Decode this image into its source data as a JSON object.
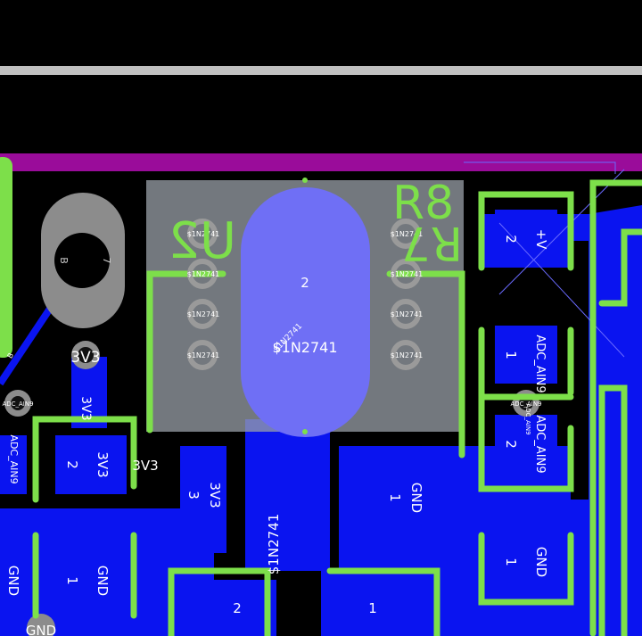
{
  "colors": {
    "background": "#000000",
    "copper": "#0a14f0",
    "silkscreen": "#7ddf4a",
    "outline": "#c0c0c0",
    "board_edge": "#9a0c9a",
    "pad_gray": "#8c8c8c",
    "selection_box": "#9aa0a8",
    "component_body": "#6f6ff5"
  },
  "component_u2": {
    "designator": "U2",
    "body_pad_number": "2",
    "net_label": "$1N2741",
    "net_label_small": "$1N2741",
    "pin_net_labels": [
      "$1N2741",
      "$1N2741",
      "$1N2741",
      "$1N2741",
      "$1N2741",
      "$1N2741",
      "$1N2741",
      "$1N2741"
    ]
  },
  "designators": {
    "r8": "R8",
    "r7": "R7"
  },
  "mounting_hole": {
    "label_b": "B",
    "label_7": "7"
  },
  "vias": {
    "via_3v3": "3V3",
    "via_adc_left": "ADC_AIN9",
    "via_adc_right": "ADC_AIN9",
    "via_gnd": "GND"
  },
  "trace_labels": {
    "vertical_3v3": "3V3",
    "horizontal_3v3": "3V3",
    "adc_left_vertical": "ADC_AIN9",
    "adc_right_small": "ADC_AIN9",
    "net_1n2741_vertical": "$1N2741",
    "small_b": "B"
  },
  "pads": {
    "left_pad_2": {
      "number": "2",
      "net": "3V3"
    },
    "left_pad_3": {
      "number": "3",
      "net": "3V3"
    },
    "left_pad_bottom": {
      "number": "1",
      "net": "GND"
    },
    "left_pad_bottom_far": {
      "net": "GND"
    },
    "middle_pad_1": {
      "number": "1",
      "net": "GND"
    },
    "bottom_pad_2": {
      "number": "2"
    },
    "bottom_pad_1": {
      "number": "1"
    },
    "right_top": {
      "number": "2",
      "net": "+V"
    },
    "right_adc_1": {
      "number": "1",
      "net": "ADC_AIN9"
    },
    "right_adc_2": {
      "number": "2",
      "net": "ADC_AIN9"
    },
    "right_gnd_1": {
      "number": "1",
      "net": "GND"
    }
  }
}
